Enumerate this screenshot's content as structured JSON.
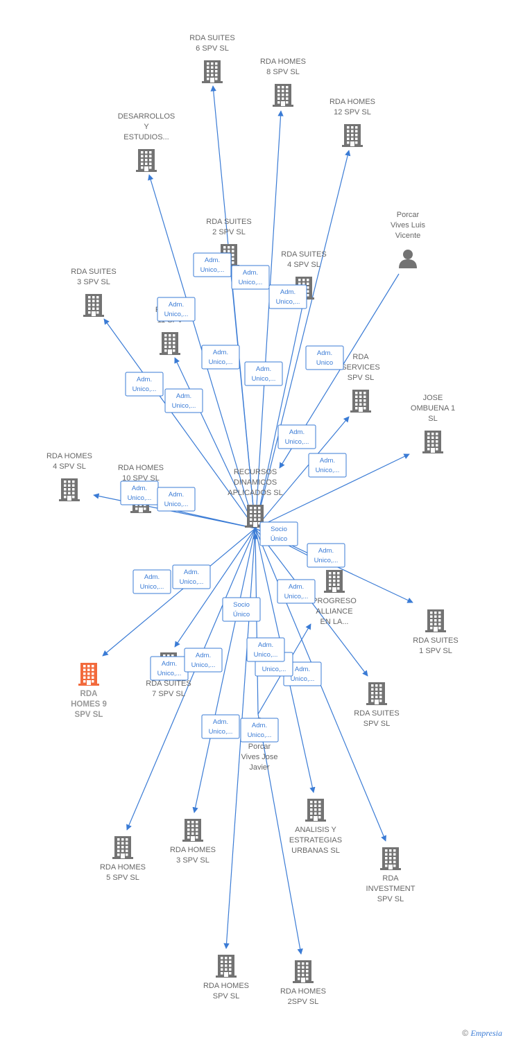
{
  "colors": {
    "edge": "#3a7bd5",
    "building": "#737373",
    "focus": "#f26a3c",
    "person": "#737373"
  },
  "nodes": [
    {
      "id": "rda_suites_6",
      "lines": [
        "RDA SUITES",
        "6 SPV  SL"
      ],
      "icon": "building-icon"
    },
    {
      "id": "rda_homes_8",
      "lines": [
        "RDA HOMES",
        "8 SPV  SL"
      ],
      "icon": "building-icon"
    },
    {
      "id": "rda_homes_12",
      "lines": [
        "RDA HOMES",
        "12 SPV  SL"
      ],
      "icon": "building-icon"
    },
    {
      "id": "desarrollos",
      "lines": [
        "DESARROLLOS",
        "Y",
        "ESTUDIOS..."
      ],
      "icon": "building-icon"
    },
    {
      "id": "porcar_luis",
      "lines": [
        "Porcar",
        "Vives Luis",
        "Vicente"
      ],
      "icon": "person-icon"
    },
    {
      "id": "rda_suites_2",
      "lines": [
        "RDA SUITES",
        "2 SPV  SL"
      ],
      "icon": "building-icon"
    },
    {
      "id": "rda_suites_4",
      "lines": [
        "RDA SUITES",
        "4 SPV  SL"
      ],
      "icon": "building-icon"
    },
    {
      "id": "rda_suites_3",
      "lines": [
        "RDA SUITES",
        "3 SPV  SL"
      ],
      "icon": "building-icon"
    },
    {
      "id": "rda_homes_11",
      "lines": [
        "RDA HO",
        "11 SPV"
      ],
      "icon": "building-icon"
    },
    {
      "id": "rda_services",
      "lines": [
        "RDA",
        "SERVICES",
        "SPV  SL"
      ],
      "icon": "building-icon"
    },
    {
      "id": "jose_ombuena",
      "lines": [
        "JOSE",
        "OMBUENA 1",
        "SL"
      ],
      "icon": "building-icon"
    },
    {
      "id": "rda_homes_4",
      "lines": [
        "RDA HOMES",
        "4 SPV  SL"
      ],
      "icon": "building-icon"
    },
    {
      "id": "rda_homes_10",
      "lines": [
        "RDA HOMES",
        "10 SPV  SL"
      ],
      "icon": "building-icon"
    },
    {
      "id": "recursos",
      "lines": [
        "RECURSOS",
        "DINAMICOS",
        "APLICADOS  SL"
      ],
      "icon": "building-icon"
    },
    {
      "id": "progreso",
      "lines": [
        "PROGRESO",
        "ALLIANCE",
        "EN LA..."
      ],
      "icon": "building-icon"
    },
    {
      "id": "rda_suites_1",
      "lines": [
        "RDA SUITES",
        "1 SPV  SL"
      ],
      "icon": "building-icon"
    },
    {
      "id": "rda_homes_9",
      "lines": [
        "RDA",
        "HOMES 9",
        "SPV  SL"
      ],
      "icon": "building-icon",
      "focus": true
    },
    {
      "id": "rda_suites_7",
      "lines": [
        "RDA SUITES",
        "7 SPV  SL"
      ],
      "icon": "building-icon"
    },
    {
      "id": "rda_suites_spv",
      "lines": [
        "RDA SUITES",
        "SPV  SL"
      ],
      "icon": "building-icon"
    },
    {
      "id": "porcar_jose",
      "lines": [
        "Porcar",
        "Vives Jose",
        "Javier"
      ],
      "icon": "person-icon"
    },
    {
      "id": "rda_homes_5",
      "lines": [
        "RDA HOMES",
        "5 SPV  SL"
      ],
      "icon": "building-icon"
    },
    {
      "id": "rda_homes_3",
      "lines": [
        "RDA HOMES",
        "3 SPV  SL"
      ],
      "icon": "building-icon"
    },
    {
      "id": "analisis",
      "lines": [
        "ANALISIS Y",
        "ESTRATEGIAS",
        "URBANAS  SL"
      ],
      "icon": "building-icon"
    },
    {
      "id": "rda_investment",
      "lines": [
        "RDA",
        "INVESTMENT",
        "SPV  SL"
      ],
      "icon": "building-icon"
    },
    {
      "id": "rda_homes_spv",
      "lines": [
        "RDA HOMES",
        "SPV  SL"
      ],
      "icon": "building-icon"
    },
    {
      "id": "rda_homes_2spv",
      "lines": [
        "RDA HOMES",
        "2SPV  SL"
      ],
      "icon": "building-icon"
    }
  ],
  "edges": [
    {
      "from": "recursos",
      "to": "rda_suites_6",
      "label": [
        "Adm.",
        "Unico,..."
      ]
    },
    {
      "from": "recursos",
      "to": "rda_homes_8",
      "label": [
        "Adm.",
        "Unico,..."
      ]
    },
    {
      "from": "recursos",
      "to": "rda_homes_12",
      "label": [
        "Adm.",
        "Unico,..."
      ]
    },
    {
      "from": "recursos",
      "to": "desarrollos",
      "label": [
        "Adm.",
        "Unico,..."
      ]
    },
    {
      "from": "porcar_luis",
      "to": "recursos",
      "label": [
        "Adm.",
        "Unico"
      ]
    },
    {
      "from": "recursos",
      "to": "rda_suites_2",
      "label": [
        "Adm.",
        "Unico,..."
      ]
    },
    {
      "from": "recursos",
      "to": "rda_suites_4",
      "label": [
        "Adm.",
        "Unico,..."
      ]
    },
    {
      "from": "recursos",
      "to": "rda_suites_3",
      "label": [
        "Adm.",
        "Unico,..."
      ]
    },
    {
      "from": "recursos",
      "to": "rda_homes_11",
      "label": [
        "Adm.",
        "Unico,..."
      ]
    },
    {
      "from": "recursos",
      "to": "rda_services",
      "label": [
        "Adm.",
        "Unico,..."
      ]
    },
    {
      "from": "recursos",
      "to": "jose_ombuena",
      "label": [
        "Adm.",
        "Unico,..."
      ]
    },
    {
      "from": "recursos",
      "to": "rda_homes_4",
      "label": [
        "Adm.",
        "Unico,..."
      ]
    },
    {
      "from": "recursos",
      "to": "rda_homes_10",
      "label": [
        "Adm.",
        "Unico,..."
      ]
    },
    {
      "from": "recursos",
      "to": "progreso",
      "label": [
        "Socio",
        "Único"
      ]
    },
    {
      "from": "recursos",
      "to": "rda_suites_1",
      "label": [
        "Adm.",
        "Unico,..."
      ]
    },
    {
      "from": "recursos",
      "to": "rda_homes_9",
      "label": [
        "Adm.",
        "Unico,..."
      ]
    },
    {
      "from": "recursos",
      "to": "rda_suites_7",
      "label": [
        "Adm.",
        "Unico,..."
      ]
    },
    {
      "from": "recursos",
      "to": "rda_suites_spv",
      "label": [
        "Adm.",
        "Unico,..."
      ]
    },
    {
      "from": "porcar_jose",
      "to": "recursos",
      "label": [
        "Socio",
        "Único"
      ]
    },
    {
      "from": "porcar_jose",
      "to": "progreso",
      "label": [
        "Adm.",
        "Unico,..."
      ]
    },
    {
      "from": "recursos",
      "to": "rda_homes_5",
      "label": [
        "Adm.",
        "Unico,..."
      ]
    },
    {
      "from": "recursos",
      "to": "rda_homes_3",
      "label": [
        "Adm.",
        "Unico,..."
      ]
    },
    {
      "from": "recursos",
      "to": "analisis",
      "label": [
        "Adm.",
        "Unico,..."
      ]
    },
    {
      "from": "recursos",
      "to": "rda_investment",
      "label": [
        "Adm.",
        "Unico,..."
      ]
    },
    {
      "from": "recursos",
      "to": "rda_homes_spv",
      "label": [
        "Adm.",
        "Unico,..."
      ]
    },
    {
      "from": "porcar_jose",
      "to": "rda_homes_2spv",
      "label": [
        "Adm.",
        "Unico,..."
      ]
    }
  ],
  "footer": {
    "copyright": "©",
    "brand": "Empresia"
  }
}
